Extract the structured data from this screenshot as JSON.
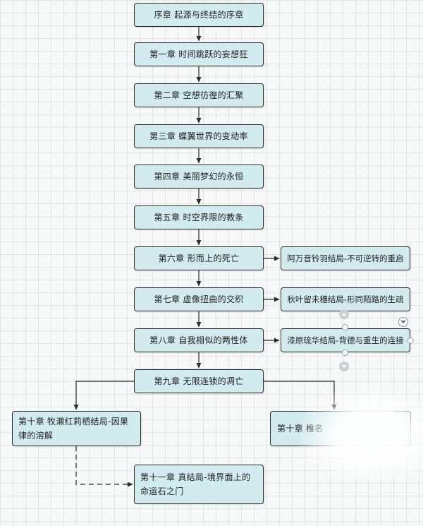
{
  "nodes": {
    "prologue": "序章 起源与终结的序章",
    "ch1": "第一章 时间跳跃的妄想狂",
    "ch2": "第二章 空想彷徨的汇聚",
    "ch3": "第三章 蝶翼世界的变动率",
    "ch4": "第四章 美丽梦幻的永恒",
    "ch5": "第五章 时空界限的教条",
    "ch6": "第六章 形而上的死亡",
    "ch7": "第七章 虚像扭曲的交织",
    "ch8": "第八章 自我相似的两性体",
    "ch9": "第九章 无限连锁的凋亡",
    "ch10_left": "第十章 牧濑红莉栖结局-因果律的溶解",
    "ch10_right": "第十章 椎名",
    "ch11": "第十一章 真结局-境界面上的命运石之门"
  },
  "side_nodes": {
    "ch6_end": "阿万音铃羽结局-不可逆转的重启",
    "ch7_end": "秋叶留未穗结局-形同陌路的生疏",
    "ch8_end": "漆原琉华结局-背德与重生的连接"
  },
  "colors": {
    "node_fill": "#d2ebef",
    "node_border": "#2b2b2b",
    "edge": "#2b2b2b",
    "grid": "#e2e4e6",
    "background": "#f7f8f8"
  }
}
